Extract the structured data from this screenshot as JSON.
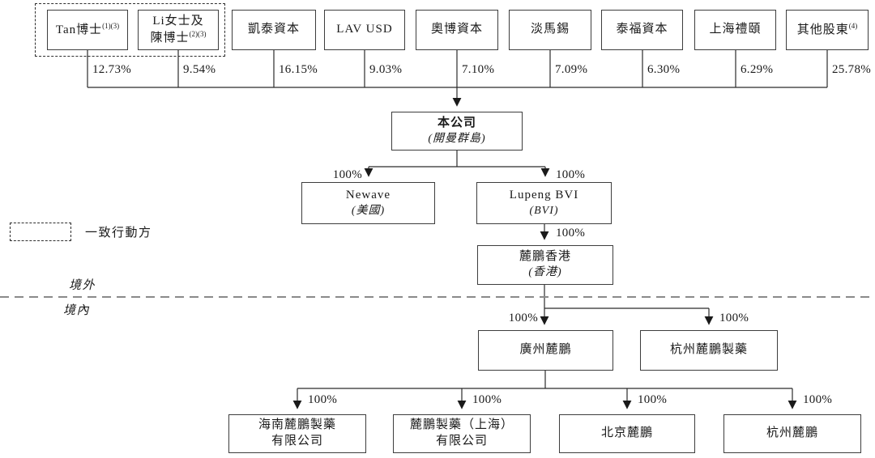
{
  "legend": {
    "dashed_box_meaning": "一致行動方"
  },
  "region_labels": {
    "offshore": "境外",
    "onshore": "境內"
  },
  "shareholders": [
    {
      "line1": "Tan博士",
      "note": "(1)(3)",
      "pct": "12.73%"
    },
    {
      "line1": "Li女士及",
      "line2": "陳博士",
      "note": "(2)(3)",
      "pct": "9.54%"
    },
    {
      "line1": "凱泰資本",
      "pct": "16.15%"
    },
    {
      "line1": "LAV USD",
      "pct": "9.03%"
    },
    {
      "line1": "奧博資本",
      "pct": "7.10%"
    },
    {
      "line1": "淡馬錫",
      "pct": "7.09%"
    },
    {
      "line1": "泰福資本",
      "pct": "6.30%"
    },
    {
      "line1": "上海禮頤",
      "pct": "6.29%"
    },
    {
      "line1": "其他股東",
      "note": "(4)",
      "pct": "25.78%"
    }
  ],
  "nodes": {
    "company": {
      "name": "本公司",
      "location": "(開曼群島)"
    },
    "newave": {
      "name": "Newave",
      "location": "(美國)",
      "pct": "100%"
    },
    "lupeng_bvi": {
      "name": "Lupeng BVI",
      "location": "(BVI)",
      "pct": "100%"
    },
    "lupeng_hk": {
      "name": "麓鵬香港",
      "location": "(香港)",
      "pct": "100%"
    },
    "guangzhou": {
      "name": "廣州麓鵬",
      "pct": "100%"
    },
    "hangzhou_pharma": {
      "name": "杭州麓鵬製藥",
      "pct": "100%"
    },
    "hainan": {
      "line1": "海南麓鵬製藥",
      "line2": "有限公司",
      "pct": "100%"
    },
    "shanghai": {
      "line1": "麓鵬製藥（上海）",
      "line2": "有限公司",
      "pct": "100%"
    },
    "beijing": {
      "name": "北京麓鵬",
      "pct": "100%"
    },
    "hangzhou": {
      "name": "杭州麓鵬",
      "pct": "100%"
    }
  }
}
